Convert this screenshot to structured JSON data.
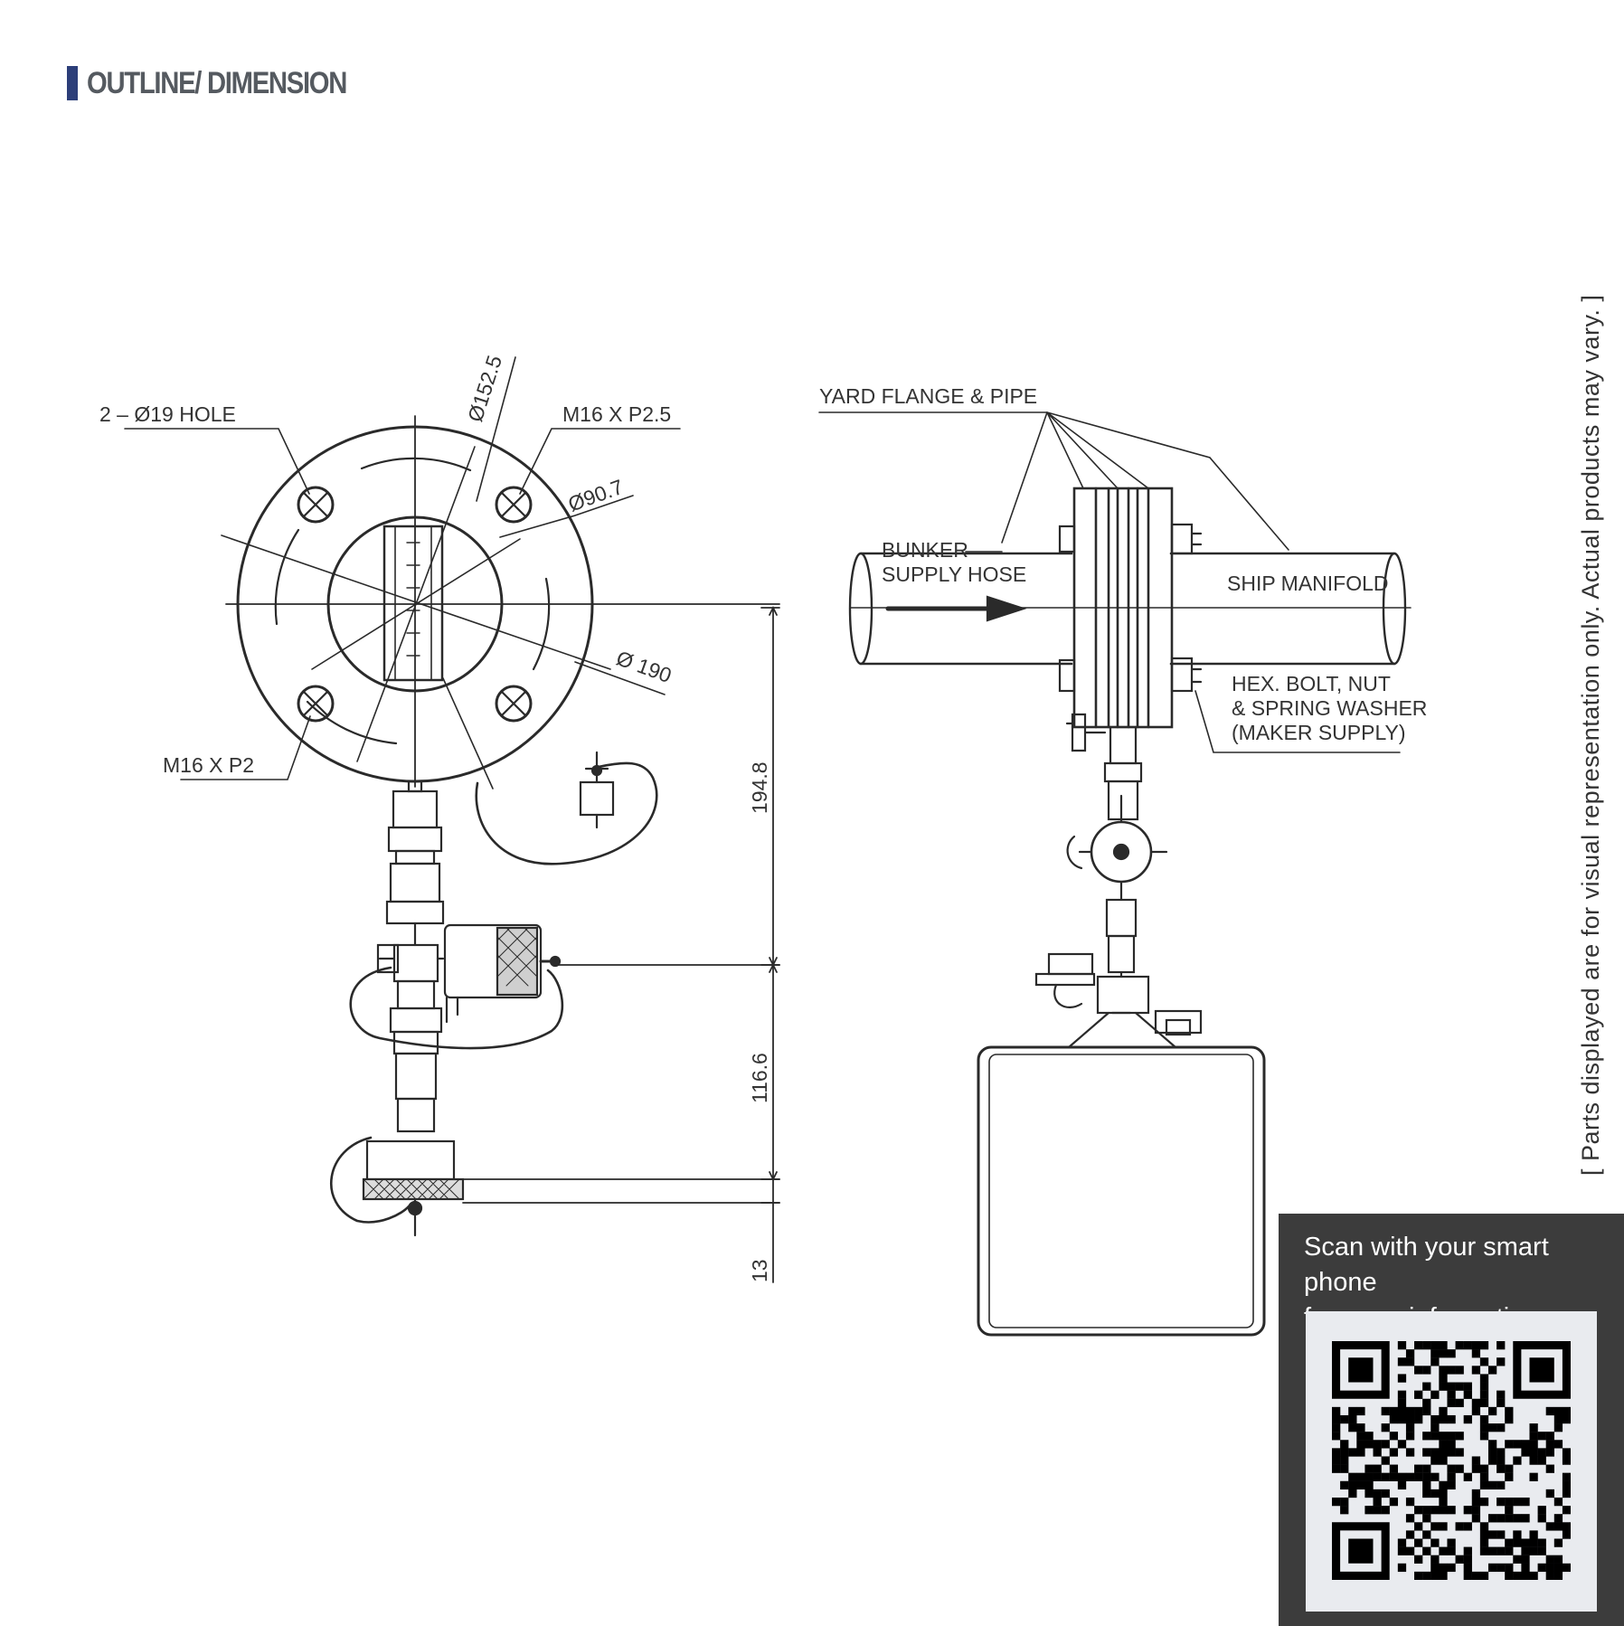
{
  "header": {
    "title": "OUTLINE/ DIMENSION",
    "bar_color": "#2c3e79",
    "title_color": "#555a60"
  },
  "front_view": {
    "labels": {
      "holes": "2 – Ø19 HOLE",
      "thread_top": "M16 X P2.5",
      "thread_bottom": "M16 X P2",
      "dia_pcd": "Ø152.5",
      "dia_bore": "Ø90.7",
      "dia_outer": "Ø 190"
    },
    "dimensions": {
      "upper": "194.8",
      "middle": "116.6",
      "base": "13"
    }
  },
  "side_view": {
    "labels": {
      "yard_flange": "YARD FLANGE & PIPE",
      "bunker_line1": "BUNKER",
      "bunker_line2": "SUPPLY HOSE",
      "ship_manifold": "SHIP MANIFOLD",
      "bolt_line1": "HEX. BOLT, NUT",
      "bolt_line2": "& SPRING WASHER",
      "bolt_line3": "(MAKER SUPPLY)"
    }
  },
  "disclaimer": "[ Parts displayed are for visual representation only. Actual products may vary. ]",
  "qr_panel": {
    "caption_line1": "Scan with your smart phone",
    "caption_line2": "for more information.",
    "panel_color": "#3c3c3c"
  },
  "colors": {
    "line": "#2a2a2a",
    "text": "#333333"
  }
}
